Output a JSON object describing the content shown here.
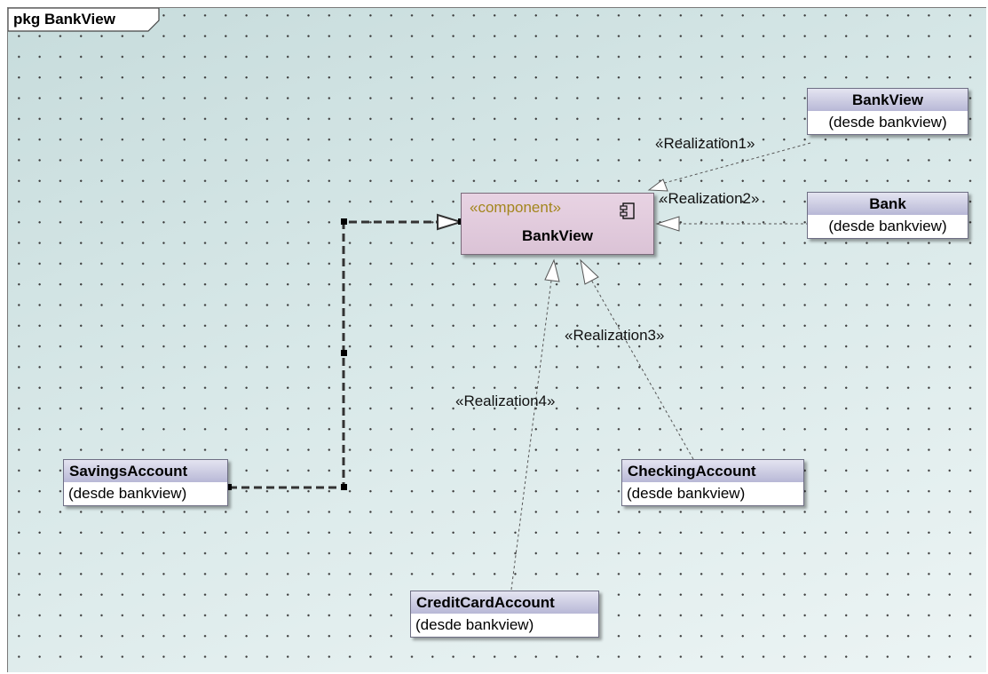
{
  "frame": {
    "label": "pkg BankView"
  },
  "component": {
    "stereotype": "«component»",
    "name": "BankView",
    "icon": "component-icon"
  },
  "nodes": {
    "bankview": {
      "name": "BankView",
      "source": "(desde bankview)"
    },
    "bank": {
      "name": "Bank",
      "source": "(desde bankview)"
    },
    "savings": {
      "name": "SavingsAccount",
      "source": "(desde bankview)"
    },
    "checking": {
      "name": "CheckingAccount",
      "source": "(desde bankview)"
    },
    "creditcard": {
      "name": "CreditCardAccount",
      "source": "(desde bankview)"
    }
  },
  "relations": [
    {
      "label": "«Realization1»",
      "from": "BankView",
      "to": "BankView (component)"
    },
    {
      "label": "«Realization2»",
      "from": "Bank",
      "to": "BankView (component)"
    },
    {
      "label": "«Realization3»",
      "from": "CheckingAccount",
      "to": "BankView (component)"
    },
    {
      "label": "«Realization4»",
      "from": "CreditCardAccount",
      "to": "BankView (component)"
    }
  ],
  "colors": {
    "stereotype": "#a3861e",
    "component_fill": "#e3cddf",
    "node_header": "#c4c4de"
  }
}
